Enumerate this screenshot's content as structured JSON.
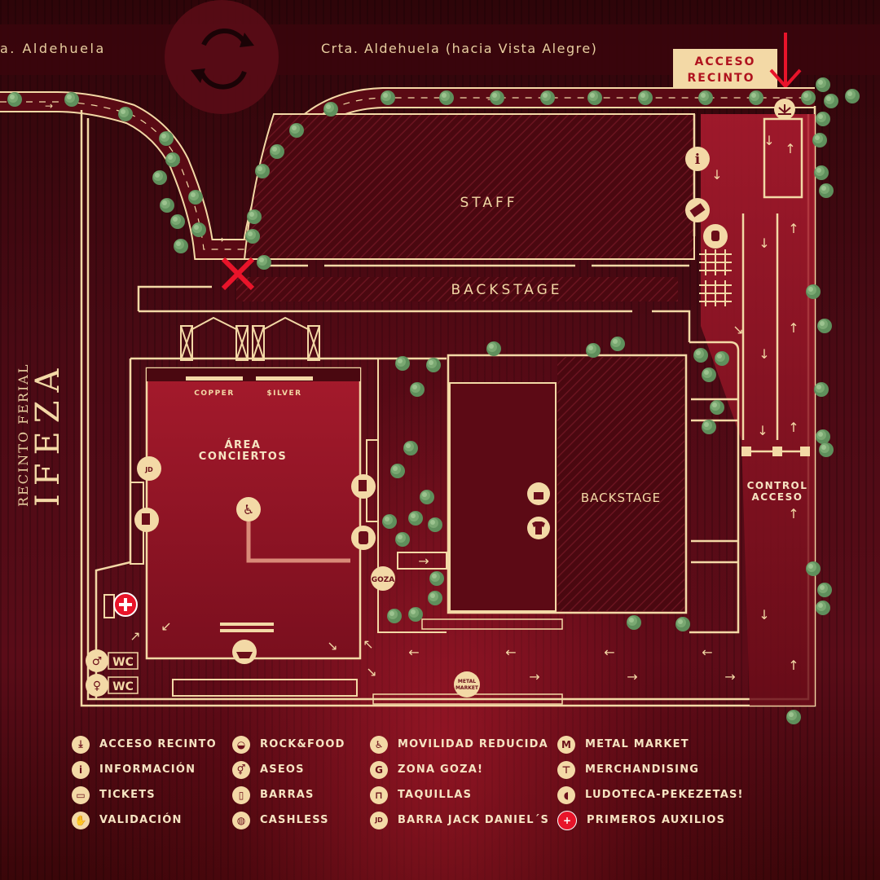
{
  "roads": {
    "left_road_label": "a. Aldehuela",
    "main_road_label": "Crta. Aldehuela (hacia Vista Alegre)"
  },
  "venue": {
    "subtitle": "RECINTO FERIAL",
    "name": "IFEZA"
  },
  "callout": {
    "line1": "ACCESO",
    "line2": "RECINTO"
  },
  "zones": {
    "staff": "STAFF",
    "backstage_top": "BACKSTAGE",
    "backstage_right": "BACKSTAGE",
    "concert_line1": "ÁREA",
    "concert_line2": "CONCIERTOS",
    "stage_left": "COPPER",
    "stage_right": "$ILVER",
    "control_line1": "CONTROL",
    "control_line2": "ACCESO",
    "wc_men": "WC",
    "wc_women": "WC"
  },
  "badges": {
    "goza": "GOZA",
    "metal_market_1": "METAL",
    "metal_market_2": "MARKET"
  },
  "legend": {
    "columns": [
      [
        {
          "icon": "download-icon",
          "glyph": "⤓",
          "label": "ACCESO RECINTO"
        },
        {
          "icon": "info-icon",
          "glyph": "i",
          "label": "INFORMACIÓN"
        },
        {
          "icon": "ticket-icon",
          "glyph": "▭",
          "label": "TICKETS"
        },
        {
          "icon": "hand-icon",
          "glyph": "✋",
          "label": "VALIDACIÓN"
        }
      ],
      [
        {
          "icon": "food-basket-icon",
          "glyph": "◒",
          "label": "ROCK&FOOD"
        },
        {
          "icon": "toilet-icon",
          "glyph": "⚥",
          "label": "ASEOS"
        },
        {
          "icon": "beer-icon",
          "glyph": "▯",
          "label": "BARRAS"
        },
        {
          "icon": "cashless-icon",
          "glyph": "◍",
          "label": "CASHLESS"
        }
      ],
      [
        {
          "icon": "wheelchair-icon",
          "glyph": "♿",
          "label": "MOVILIDAD REDUCIDA"
        },
        {
          "icon": "goza-icon",
          "glyph": "G",
          "label": "ZONA GOZA!"
        },
        {
          "icon": "lock-icon",
          "glyph": "⊓",
          "label": "TAQUILLAS"
        },
        {
          "icon": "jack-daniels-icon",
          "glyph": "JD",
          "label": "BARRA JACK DANIEL´S"
        }
      ],
      [
        {
          "icon": "metal-market-icon",
          "glyph": "M",
          "label": "METAL MARKET"
        },
        {
          "icon": "tshirt-icon",
          "glyph": "⊤",
          "label": "MERCHANDISING"
        },
        {
          "icon": "duck-icon",
          "glyph": "◖",
          "label": "LUDOTECA-PEKEZETAS!"
        },
        {
          "icon": "first-aid-icon",
          "glyph": "+",
          "label": "PRIMEROS AUXILIOS",
          "style": "red"
        }
      ]
    ]
  },
  "colors": {
    "cream": "#f3d9a6",
    "road_red": "#5a0a14",
    "tree_green": "#5f8f5c",
    "accent_red": "#e8142a"
  }
}
